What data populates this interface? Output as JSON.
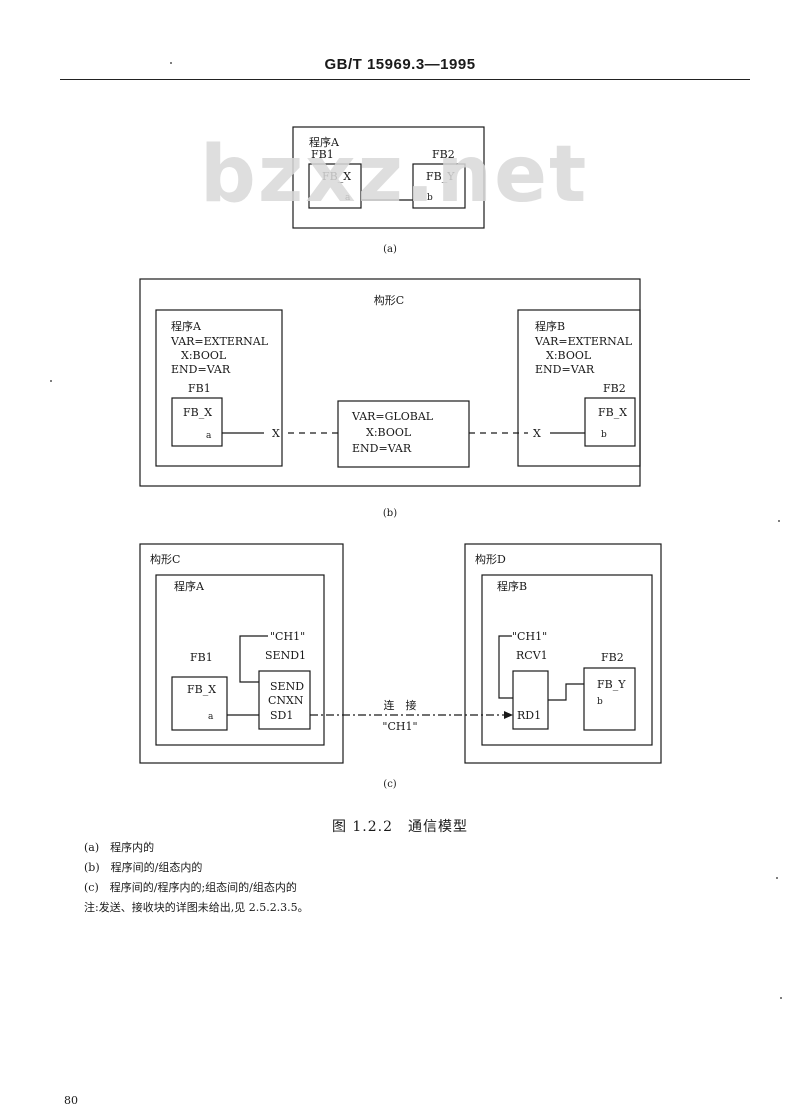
{
  "header": {
    "standard_id": "GB/T 15969.3—1995"
  },
  "watermark": "bzxz.net",
  "diagram_a": {
    "program_label": "程序A",
    "fb1_instance": "FB1",
    "fb1_type": "FB_X",
    "fb1_var": "a",
    "fb2_instance": "FB2",
    "fb2_type": "FB_Y",
    "fb2_var": "b",
    "caption": "(a)"
  },
  "diagram_b": {
    "config_label": "构形C",
    "left_program": {
      "label": "程序A",
      "decl_line1": "VAR=EXTERNAL",
      "decl_line2": "X:BOOL",
      "decl_line3": "END=VAR",
      "fb_instance": "FB1",
      "fb_type": "FB_X",
      "fb_var": "a",
      "link_var": "X"
    },
    "global_block": {
      "line1": "VAR=GLOBAL",
      "line2": "X:BOOL",
      "line3": "END=VAR"
    },
    "right_program": {
      "label": "程序B",
      "decl_line1": "VAR=EXTERNAL",
      "decl_line2": "X:BOOL",
      "decl_line3": "END=VAR",
      "fb_instance": "FB2",
      "fb_type": "FB_X",
      "fb_var": "b",
      "link_var": "X"
    },
    "caption": "(b)"
  },
  "diagram_c": {
    "left_config_label": "构形C",
    "left_program_label": "程序A",
    "fb1_instance": "FB1",
    "fb1_type": "FB_X",
    "fb1_var": "a",
    "send_channel": "\"CH1\"",
    "send_instance": "SEND1",
    "send_type": "SEND",
    "send_port1": "CNXN",
    "send_port2": "SD1",
    "link_label": "连　接",
    "link_channel": "\"CH1\"",
    "right_config_label": "构形D",
    "right_program_label": "程序B",
    "rcv_channel": "\"CH1\"",
    "rcv_instance": "RCV1",
    "rcv_port": "RD1",
    "fb2_instance": "FB2",
    "fb2_type": "FB_Y",
    "fb2_var": "b",
    "caption": "(c)"
  },
  "figure": {
    "title": "图 1.2.2　通信模型"
  },
  "notes": [
    "(a)　程序内的",
    "(b)　程序间的/组态内的",
    "(c)　程序间的/程序内的;组态间的/组态内的",
    "注:发送、接收块的详图未给出,见 2.5.2.3.5。"
  ],
  "page_number": "80"
}
